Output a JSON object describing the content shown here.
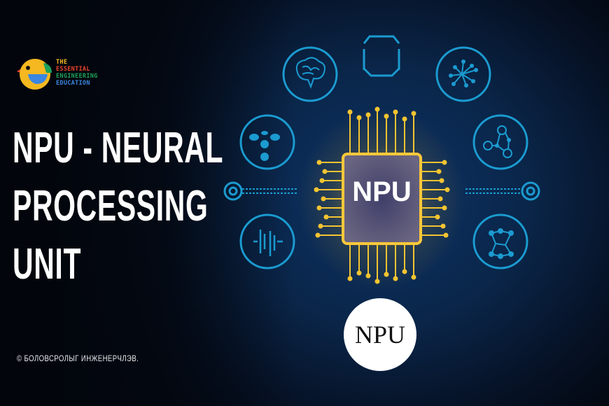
{
  "logo": {
    "lines": [
      "THE",
      "ESSENTIAL",
      "ENGINEERING",
      "EDUCATION"
    ],
    "colors": [
      "#f5b820",
      "#e8452c",
      "#1ea05a",
      "#3a86e0"
    ]
  },
  "title": {
    "lines": [
      "NPU - NEURAL",
      "PROCESSING",
      "UNIT"
    ]
  },
  "copyright": "©  БОЛОВСРОЛЫГ ИНЖЕНЕРЧЛЭВ.",
  "chip": {
    "label": "NPU"
  },
  "badge": {
    "label": "NPU"
  },
  "colors": {
    "icon": "#1b9bd0",
    "gold": "#f4c430",
    "chip": "#5e5a78"
  }
}
